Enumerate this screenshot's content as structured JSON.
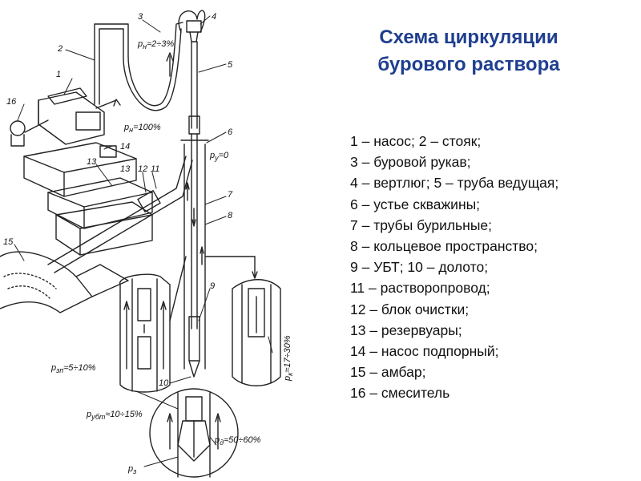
{
  "title": {
    "line1": "Схема циркуляции",
    "line2": "бурового раствора"
  },
  "legend": [
    "1 – насос; 2 – стояк;",
    "3 – буровой рукав;",
    "4 – вертлюг; 5 – труба ведущая;",
    "6 – устье скважины;",
    "7 – трубы бурильные;",
    "8 – кольцевое пространство;",
    "9 – УБТ; 10 – долото;",
    "11 – растворопровод;",
    "12 – блок очистки;",
    "13 – резервуары;",
    "14 – насос подпорный;",
    "15 – амбар;",
    "16 – смеситель"
  ],
  "diagram": {
    "numbers": [
      "1",
      "2",
      "3",
      "4",
      "5",
      "6",
      "7",
      "8",
      "9",
      "10",
      "11",
      "12",
      "13",
      "14",
      "15",
      "16",
      "13"
    ],
    "pressure_labels": {
      "p_n2": {
        "p": "p",
        "sub": "н",
        "rest": "≈2÷3%"
      },
      "p_n100": {
        "p": "p",
        "sub": "н",
        "rest": "=100%"
      },
      "p_u": {
        "p": "p",
        "sub": "у",
        "rest": "=0"
      },
      "p_zp": {
        "p": "p",
        "sub": "зп",
        "rest": "≈5÷10%"
      },
      "p_k": {
        "p": "p",
        "sub": "к",
        "rest": "≈17÷30%"
      },
      "p_ubt": {
        "p": "p",
        "sub": "убт",
        "rest": "≈10÷15%"
      },
      "p_d": {
        "p": "p",
        "sub": "д",
        "rest": "≈50÷60%"
      },
      "p_z": {
        "p": "p",
        "sub": "з",
        "rest": ""
      }
    }
  }
}
